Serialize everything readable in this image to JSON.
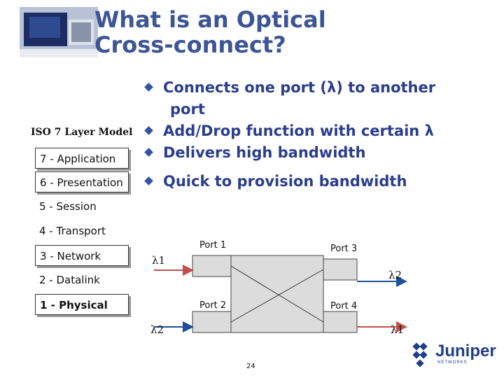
{
  "slide": {
    "title_line1": "What is an Optical",
    "title_line2": "Cross-connect?",
    "bullets": [
      "Connects one port (λ) to another",
      "port",
      "Add/Drop function with certain λ",
      "Delivers high bandwidth",
      "Quick to provision bandwidth"
    ],
    "page_number": "24"
  },
  "iso_model": {
    "title": "ISO 7 Layer Model",
    "layers": [
      "7 - Application",
      "6 - Presentation",
      "5 - Session",
      "4 - Transport",
      "3 - Network",
      "2 - Datalink",
      "1 - Physical"
    ]
  },
  "diagram": {
    "port1": "Port 1",
    "port2": "Port 2",
    "port3": "Port 3",
    "port4": "Port 4",
    "lambda_in_top": "λ1",
    "lambda_out_top": "λ2",
    "lambda_in_bottom": "λ2",
    "lambda_out_bottom": "λ1",
    "colors": {
      "red_arrow": "#c0504d",
      "blue_arrow": "#1f4e9a",
      "box_fill": "#dcdcdc"
    }
  },
  "logo": {
    "name": "Juniper",
    "sub": "NETWORKS",
    "color": "#1f3f8a"
  },
  "icons": {
    "chip": "microchip-picture",
    "bullet": "diamond-bullet-icon"
  }
}
